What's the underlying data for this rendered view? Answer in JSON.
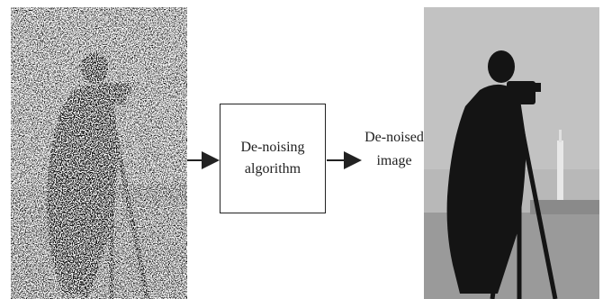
{
  "process_box": {
    "label": "De-noising\nalgorithm"
  },
  "output_label": "De-noised\nimage",
  "images": {
    "input": {
      "icon": "noisy-photograph-cameraman"
    },
    "output": {
      "icon": "denoised-photograph-cameraman"
    }
  },
  "colors": {
    "line": "#222222",
    "sky_noisy": "#9a9a9a",
    "sky_clean": "#b4b4b4",
    "figure": "#161616"
  }
}
